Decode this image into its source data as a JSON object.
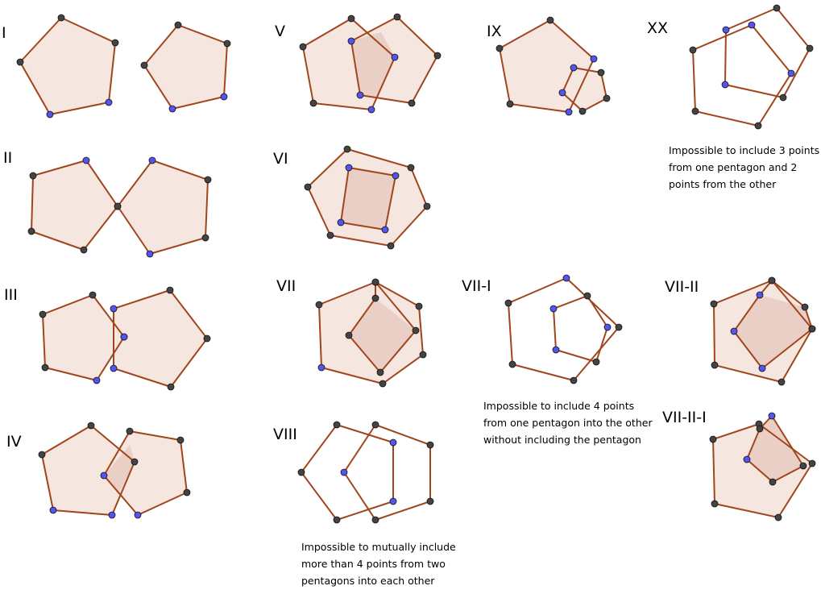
{
  "panels": [
    {
      "id": "I",
      "label": "I"
    },
    {
      "id": "II",
      "label": "II"
    },
    {
      "id": "III",
      "label": "III"
    },
    {
      "id": "IV",
      "label": "IV"
    },
    {
      "id": "V",
      "label": "V"
    },
    {
      "id": "VI",
      "label": "VI"
    },
    {
      "id": "VII",
      "label": "VII"
    },
    {
      "id": "VIII",
      "label": "VIII"
    },
    {
      "id": "IX",
      "label": "IX"
    },
    {
      "id": "VII-I",
      "label": "VII-I"
    },
    {
      "id": "XX",
      "label": "XX"
    },
    {
      "id": "VII-II",
      "label": "VII-II"
    },
    {
      "id": "VII-II-I",
      "label": "VII-II-I"
    }
  ],
  "notes": {
    "viii": [
      "Impossible to mutually include",
      "more than 4 points from two",
      "pentagons into each other"
    ],
    "vii_i": [
      "Impossible to include 4 points",
      "from one pentagon into the other",
      "without including the pentagon"
    ],
    "xx": [
      "Impossible to include 3 points",
      "from one pentagon and 2",
      "points from the other"
    ]
  },
  "colors": {
    "edge": "#a0451c",
    "fill": "#f5e6e0",
    "overlap": "#e9cfc5",
    "point_dark": "#444444",
    "point_blue": "#5555ee"
  }
}
